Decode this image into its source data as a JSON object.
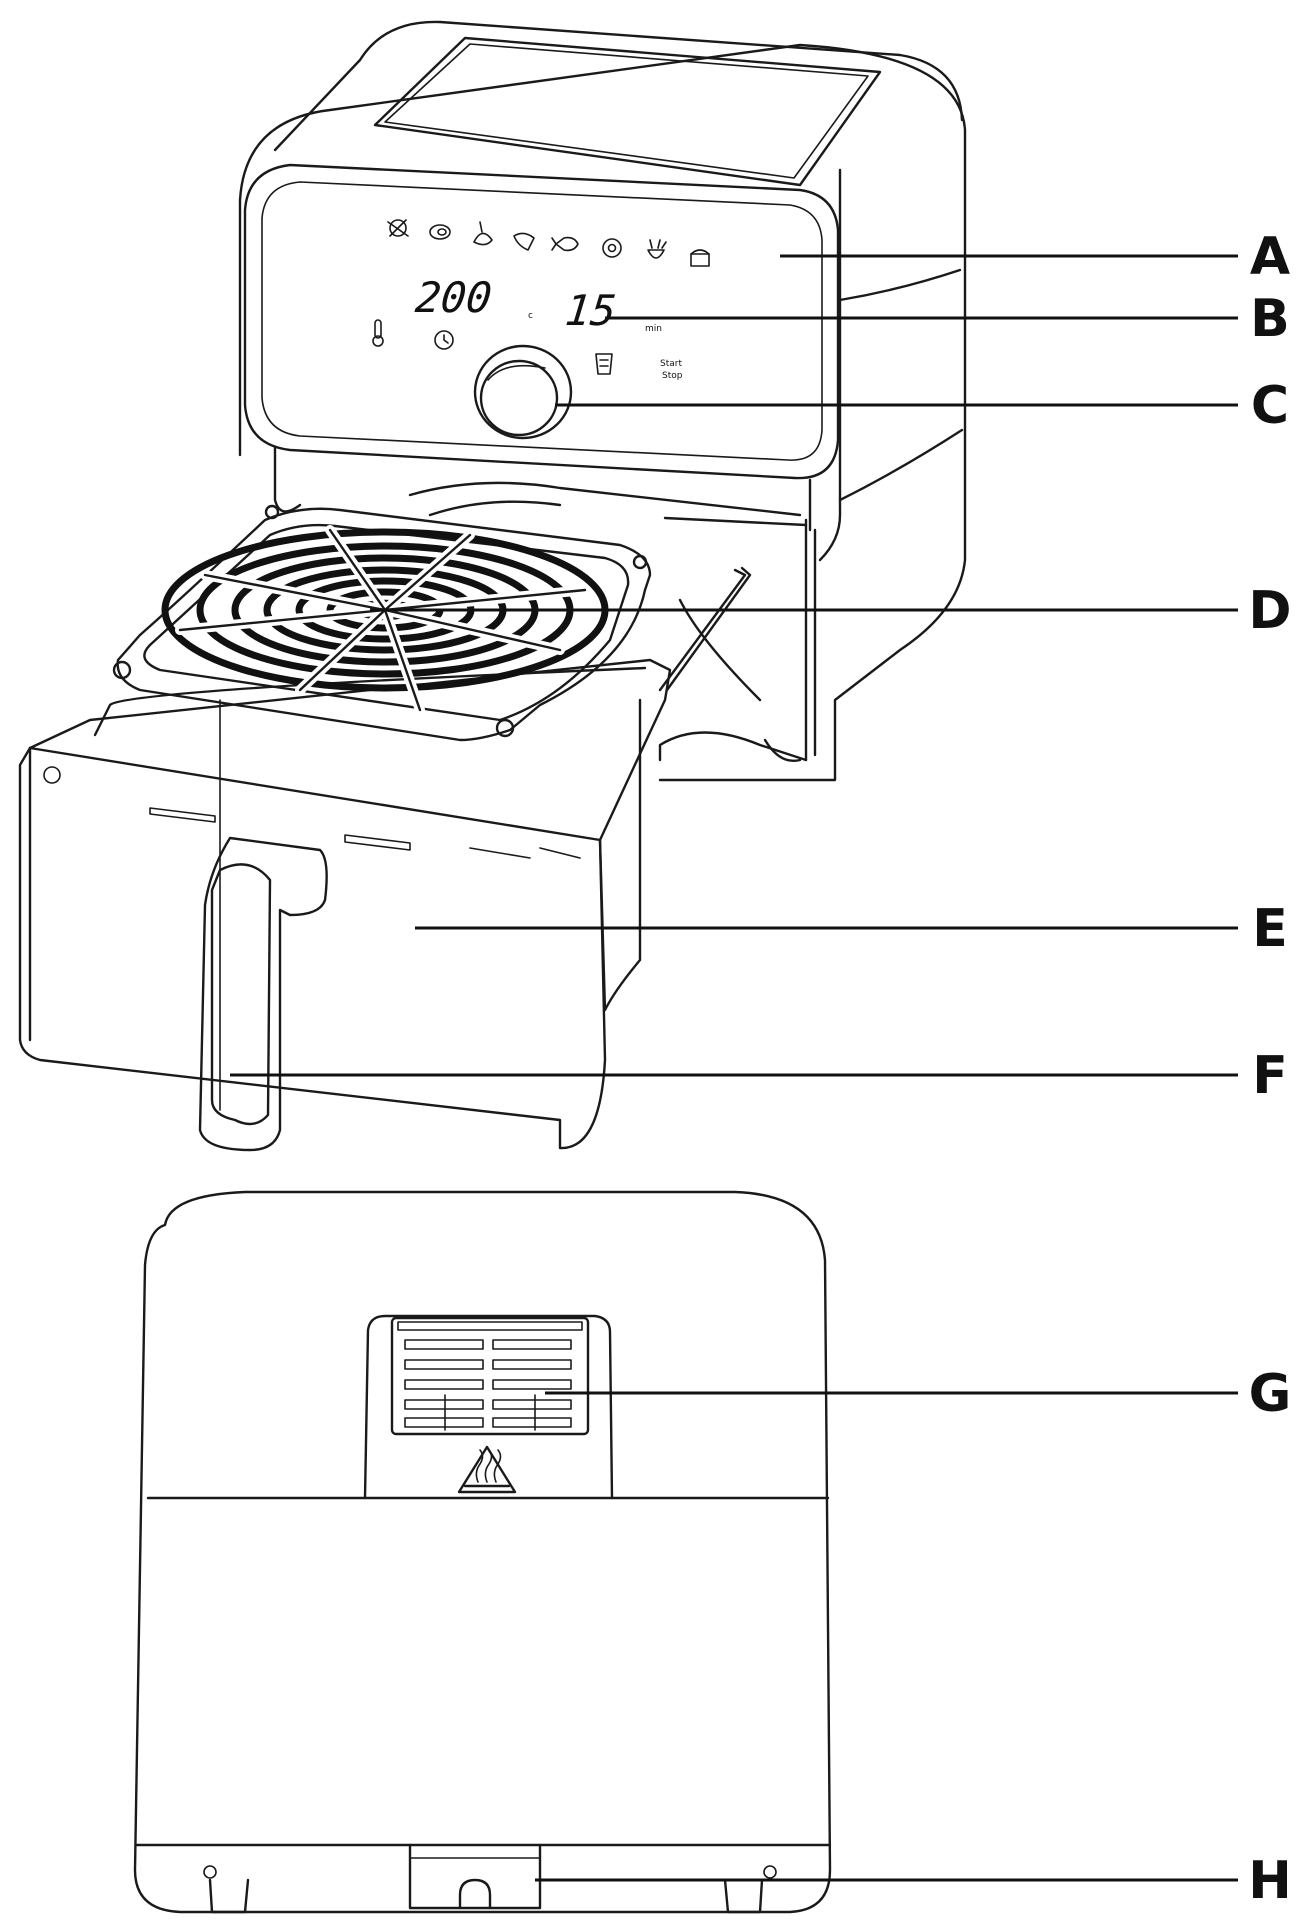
{
  "display": {
    "temperature": "200",
    "temperature_unit": "c",
    "time": "15",
    "time_unit": "min",
    "start_label_line1": "Start",
    "start_label_line2": "Stop"
  },
  "labels": [
    "A",
    "B",
    "C",
    "D",
    "E",
    "F",
    "G",
    "H"
  ],
  "icons": {
    "presets": [
      "shrimp-icon",
      "steak-icon",
      "chicken-leg-icon",
      "chicken-wing-icon",
      "fish-icon",
      "donut-icon",
      "vegetable-icon",
      "cake-icon"
    ],
    "controls": [
      "thermometer-icon",
      "timer-icon",
      "shake-basket-icon"
    ],
    "warning": "hot-surface-warning-icon"
  }
}
